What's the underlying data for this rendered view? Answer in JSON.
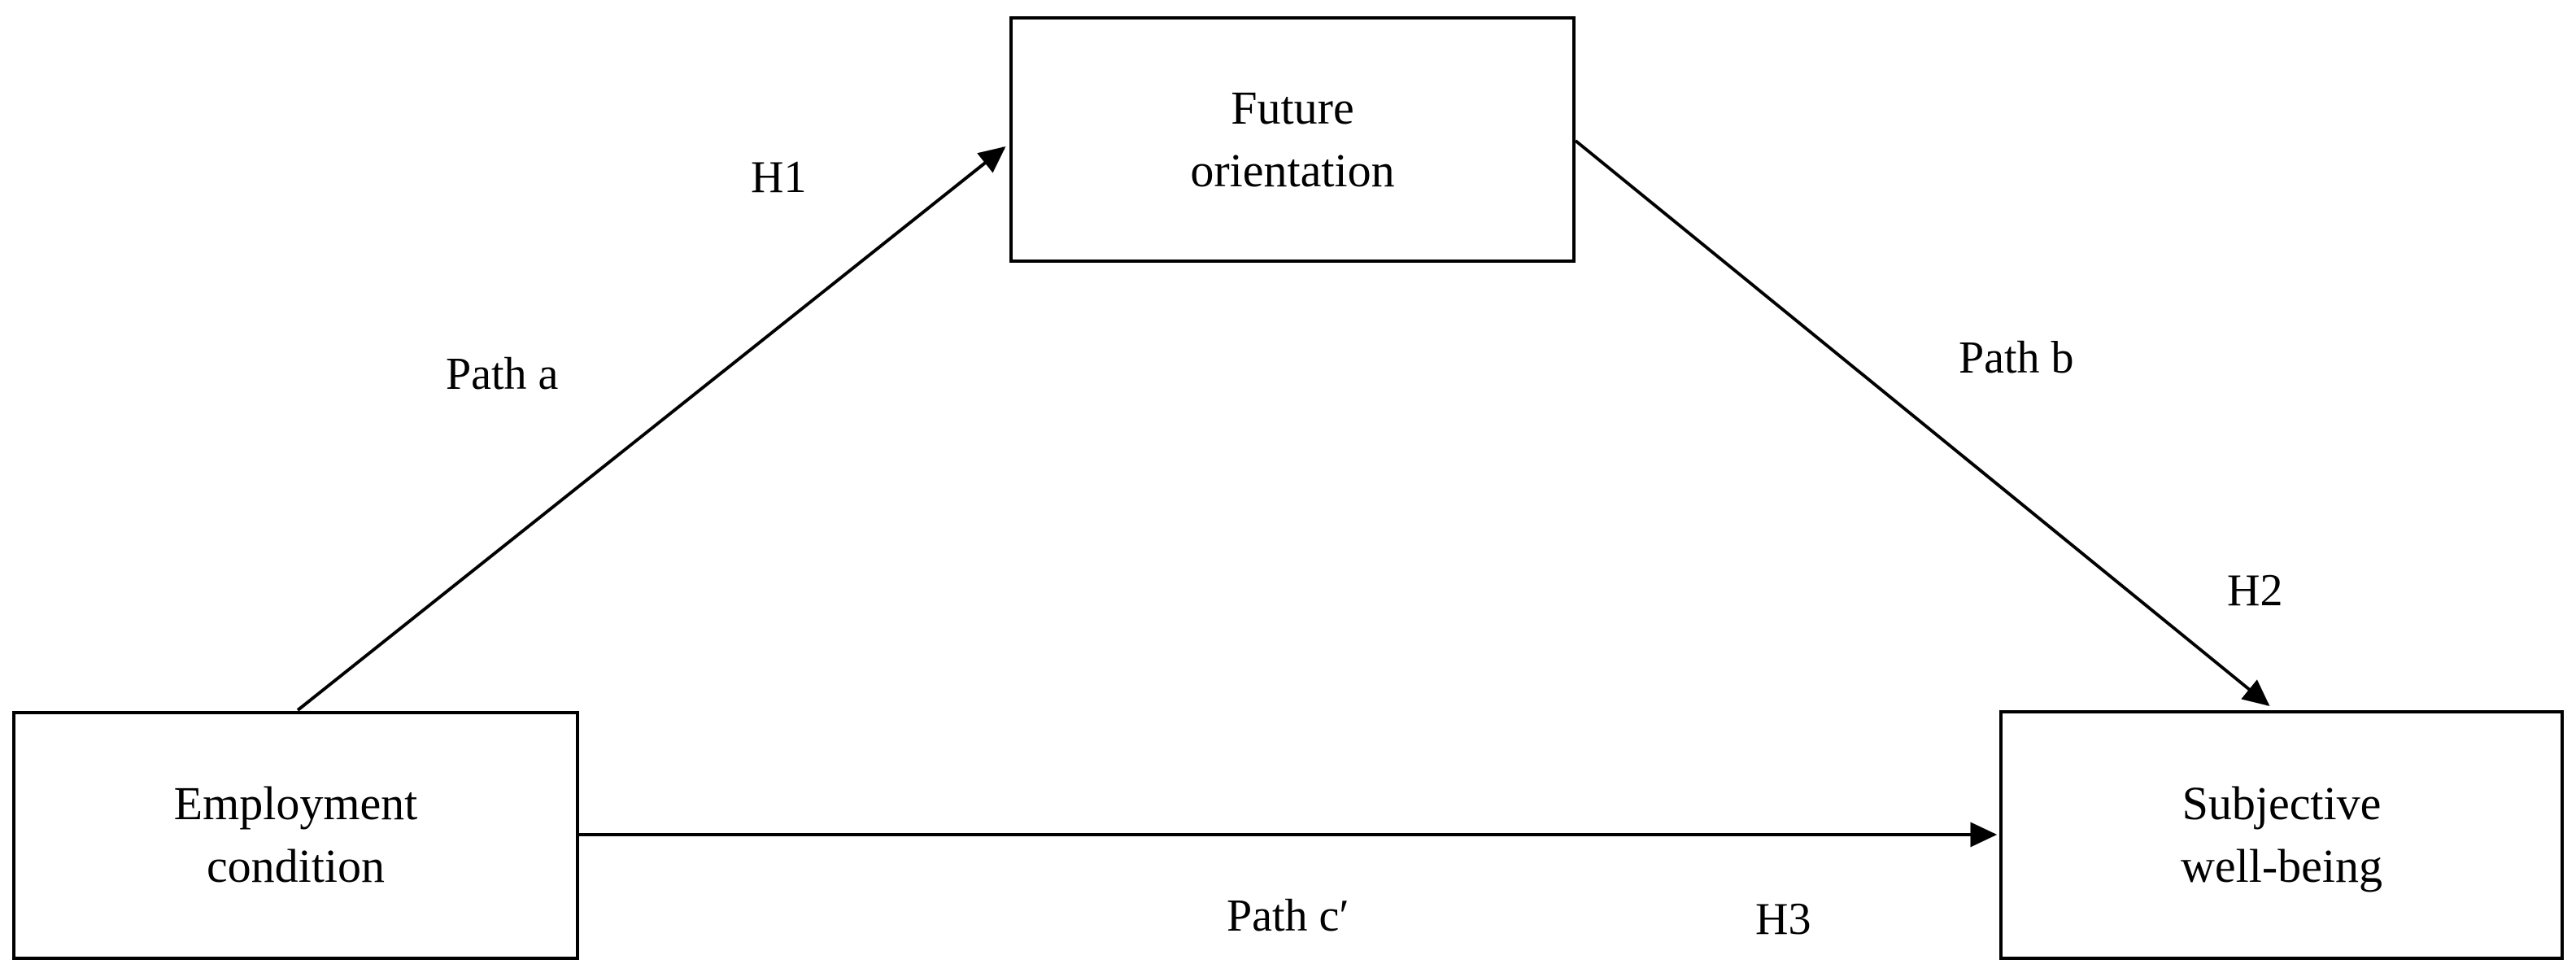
{
  "diagram": {
    "type": "mediation-path-model",
    "background_color": "#ffffff",
    "line_color": "#000000",
    "nodes": [
      {
        "id": "future",
        "label": "Future\norientation",
        "role": "mediator"
      },
      {
        "id": "employment",
        "label": "Employment\ncondition",
        "role": "independent-variable"
      },
      {
        "id": "subjective",
        "label": "Subjective\nwell-being",
        "role": "dependent-variable"
      }
    ],
    "edges": [
      {
        "id": "path-a",
        "from": "employment",
        "to": "future",
        "path_label": "Path a",
        "hypothesis_label": "H1",
        "arrow": true
      },
      {
        "id": "path-b",
        "from": "future",
        "to": "subjective",
        "path_label": "Path b",
        "hypothesis_label": "H2",
        "arrow": true
      },
      {
        "id": "path-c-prime",
        "from": "employment",
        "to": "subjective",
        "path_label": "Path c′",
        "hypothesis_label": "H3",
        "arrow": true
      }
    ]
  }
}
